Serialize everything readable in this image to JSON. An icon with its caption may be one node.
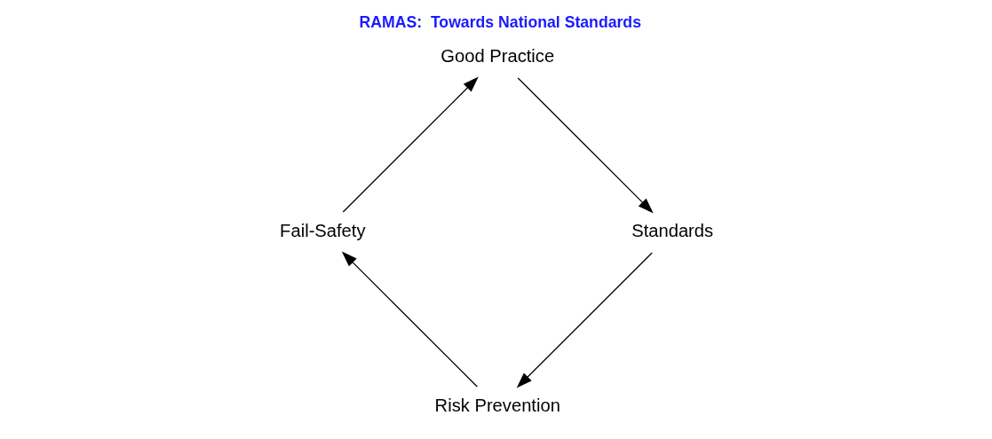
{
  "diagram": {
    "title": "RAMAS:  Towards National Standards",
    "nodes": [
      {
        "text": [
          "Risk Prevention"
        ]
      },
      {
        "text": [
          "Fail-Safety"
        ]
      },
      {
        "text": [
          "Good Practice"
        ]
      },
      {
        "text": [
          "Standards"
        ]
      }
    ],
    "edges": [
      {
        "from": 3,
        "to": 0,
        "arrow": "to"
      },
      {
        "from": 0,
        "to": 1,
        "arrow": "to"
      },
      {
        "from": 1,
        "to": 2,
        "arrow": "to"
      },
      {
        "from": 2,
        "to": 3,
        "arrow": "to"
      }
    ]
  }
}
